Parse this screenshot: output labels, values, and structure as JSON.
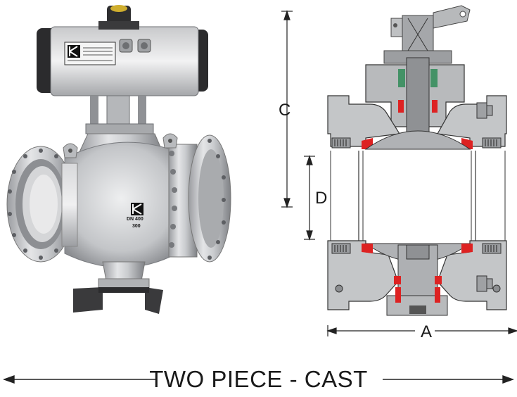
{
  "dimensions": {
    "c_label": "C",
    "d_label": "D",
    "a_label": "A"
  },
  "product": {
    "brand_letter": "K",
    "body_marking_line1": "DN 400",
    "body_marking_line2": "300"
  },
  "caption": "TWO PIECE - CAST",
  "icons": [
    "brand-logo-icon",
    "valve-photo-icon",
    "cross-section-icon"
  ]
}
